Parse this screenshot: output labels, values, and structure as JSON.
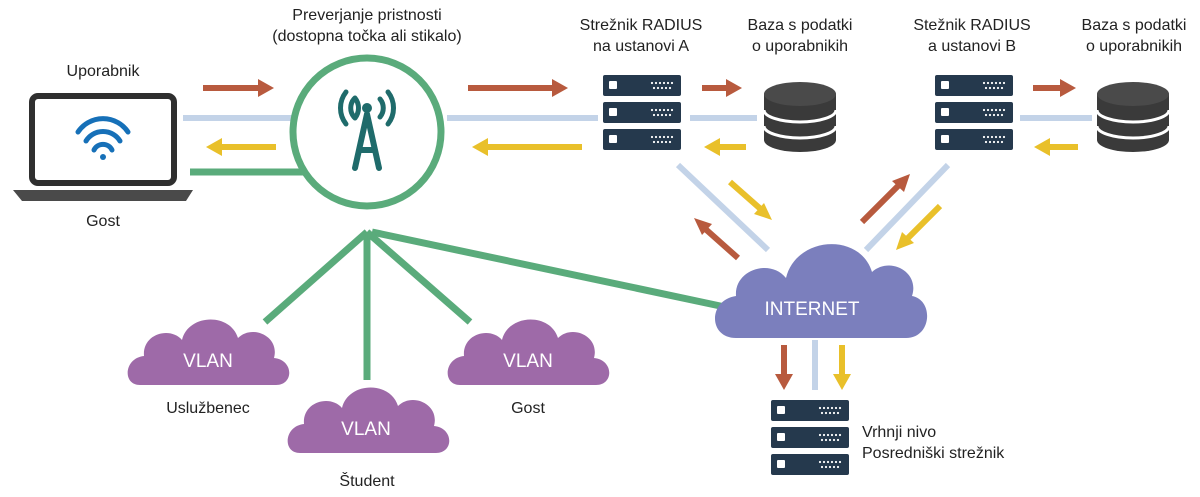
{
  "labels": {
    "user": "Uporabnik",
    "guest_top": "Gost",
    "auth_line1": "Preverjanje pristnosti",
    "auth_line2": "(dostopna točka ali stikalo)",
    "radius_a_line1": "Strežnik RADIUS",
    "radius_a_line2": "na ustanovi A",
    "db_a_line1": "Baza s podatki",
    "db_a_line2": "o uporabnikih",
    "radius_b_line1": "Stežnik RADIUS",
    "radius_b_line2": "a ustanovi B",
    "db_b_line1": "Baza s podatki",
    "db_b_line2": "o uporabnikih",
    "internet": "INTERNET",
    "vlan_employee": "VLAN",
    "employee": "Uslužbenec",
    "vlan_student": "VLAN",
    "student": "Študent",
    "vlan_guest": "VLAN",
    "guest_bottom": "Gost",
    "top_level_line1": "Vrhnji nivo",
    "top_level_line2": "Posredniški strežnik"
  },
  "colors": {
    "request_arrow": "#b85a3e",
    "response_arrow": "#e9c02a",
    "link_blue": "#c3d3e8",
    "green": "#5aab7b",
    "teal": "#1f6b6b",
    "server": "#25394d",
    "database": "#3a3a3a",
    "vlan_cloud": "#9e6aa8",
    "internet_cloud": "#7b7fbd",
    "laptop": "#2f2f2f",
    "wifi": "#1670b8"
  }
}
